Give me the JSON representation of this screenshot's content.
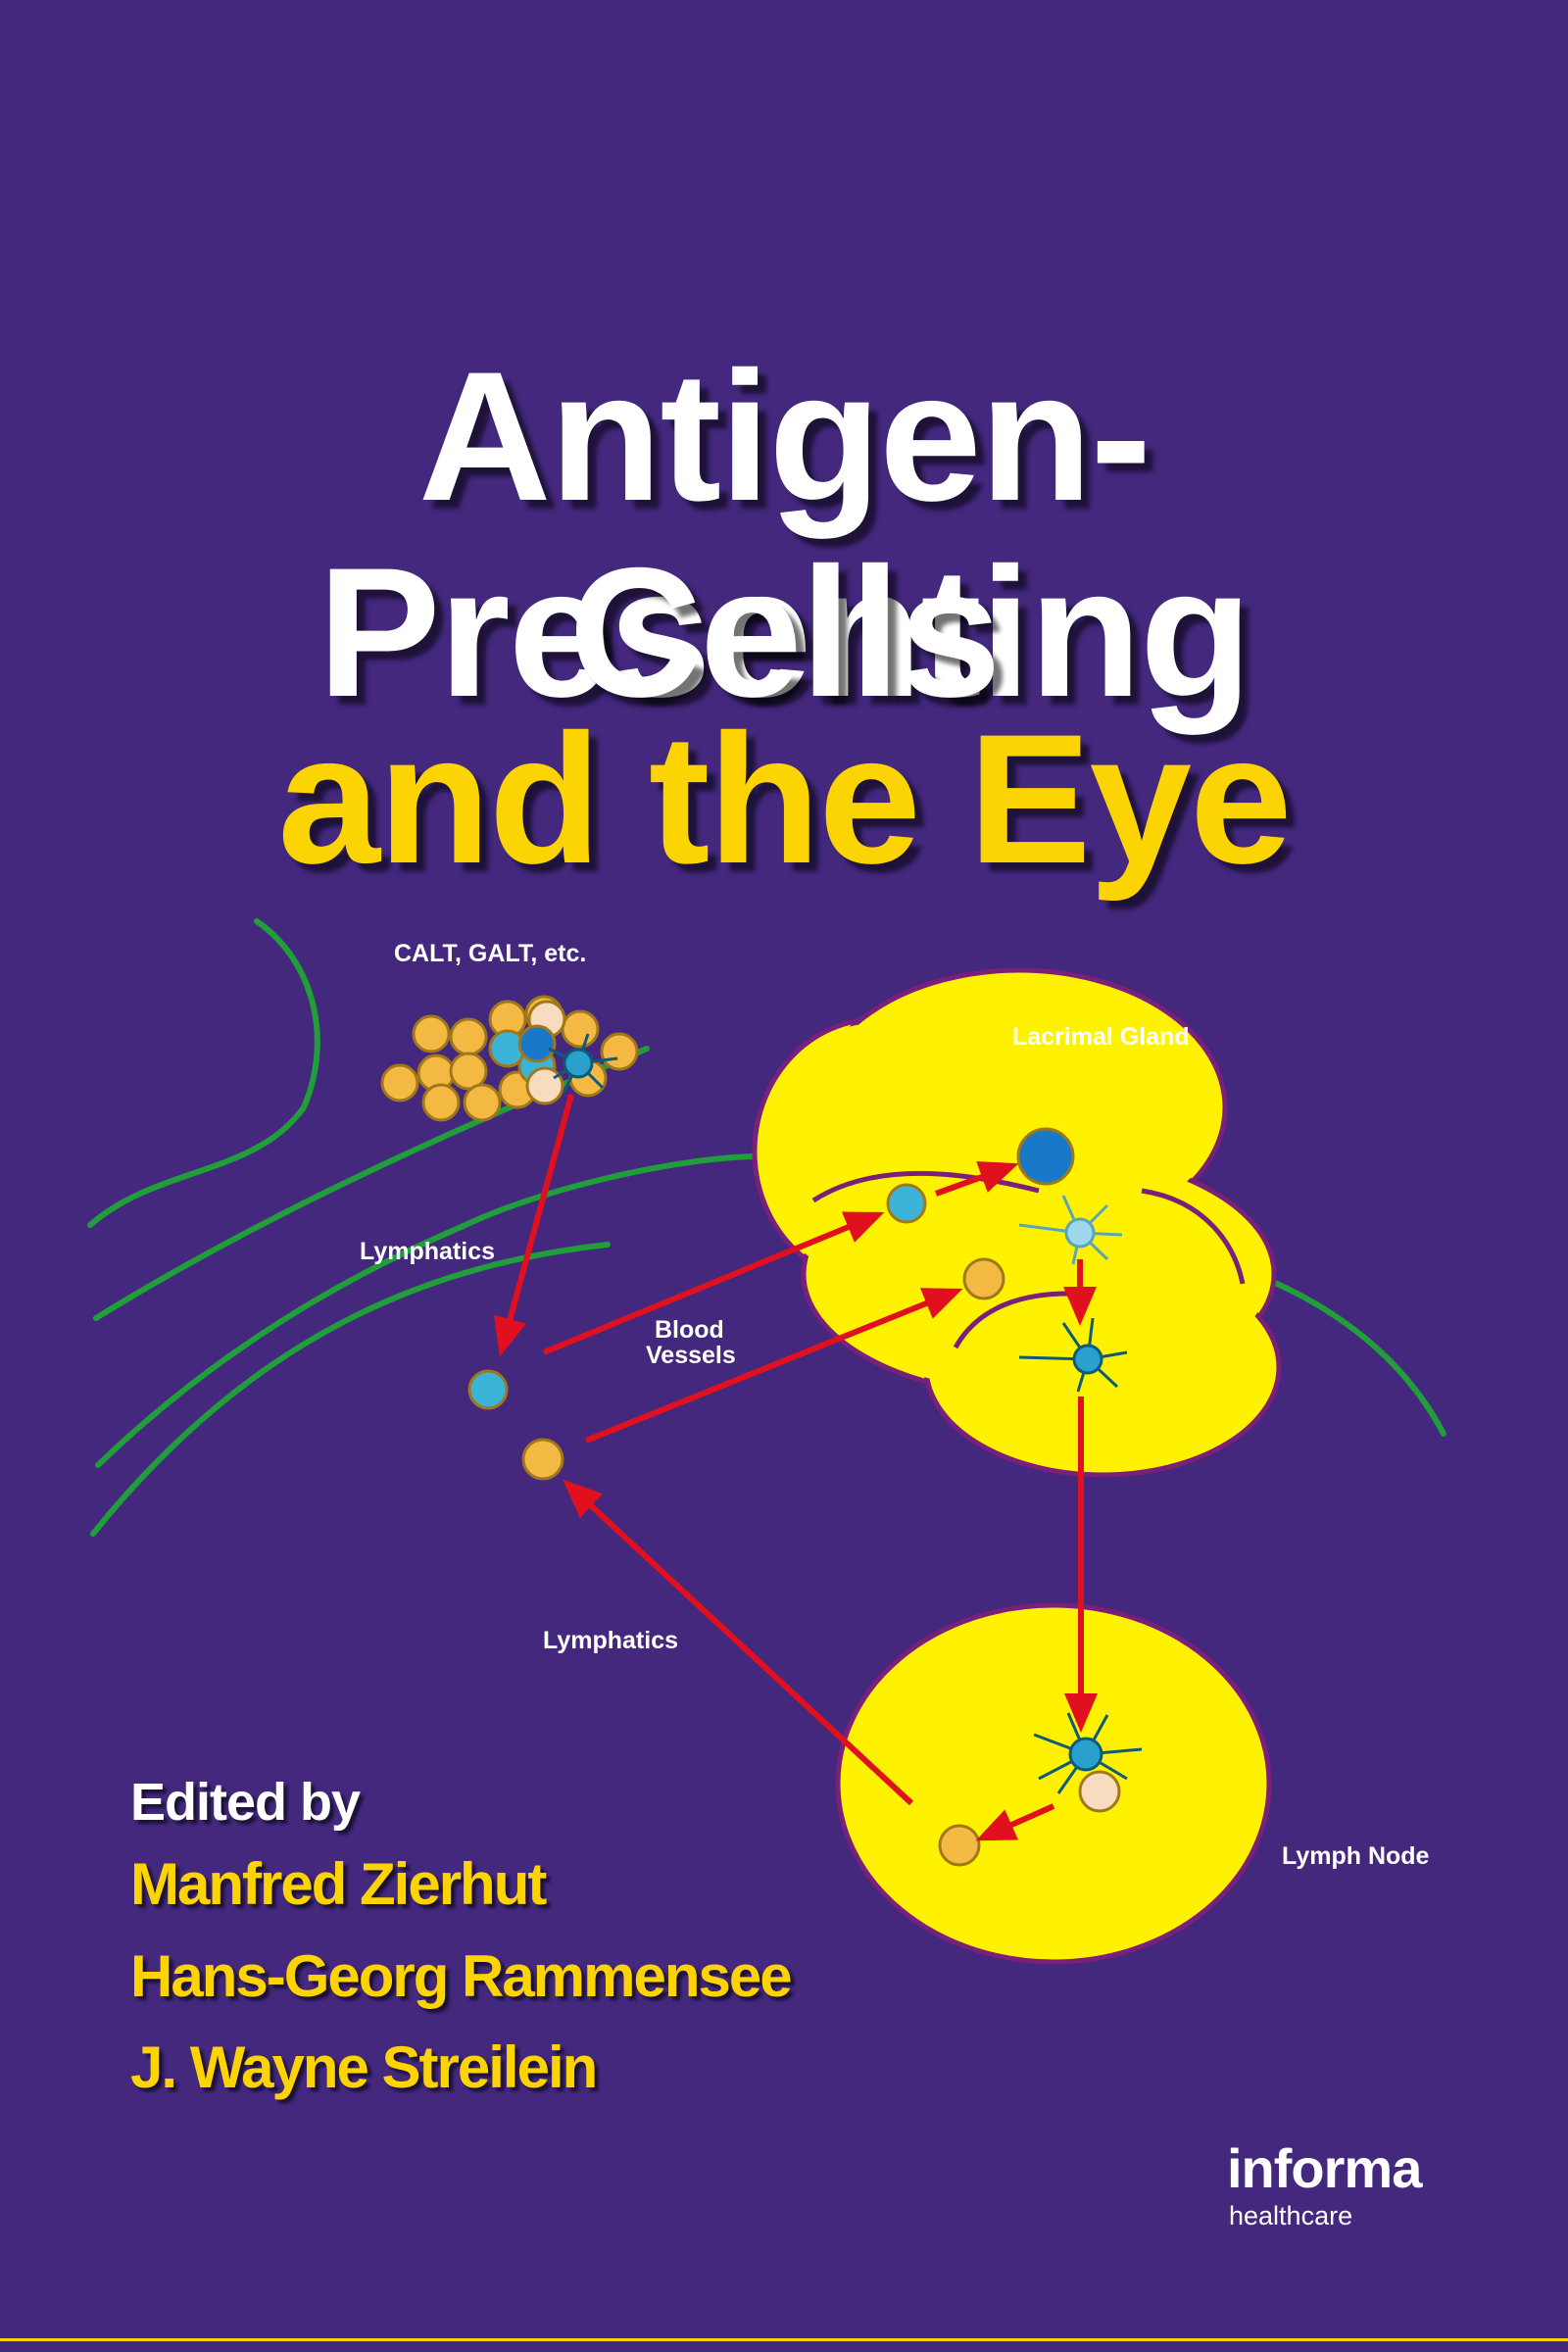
{
  "cover": {
    "title_line1": "Antigen-Presenting",
    "title_line2": "Cells",
    "title_line3": "and the Eye",
    "edited_by": "Edited by",
    "editors": [
      "Manfred Zierhut",
      "Hans-Georg Rammensee",
      "J. Wayne Streilein"
    ],
    "publisher": {
      "name": "informa",
      "sub": "healthcare"
    }
  },
  "figure": {
    "labels": {
      "calt": "CALT, GALT, etc.",
      "lacrimal": "Lacrimal Gland",
      "lymphatics_top": "Lymphatics",
      "blood_line1": "Blood",
      "blood_line2": "Vessels",
      "lymphatics_bottom": "Lymphatics",
      "lymph_node": "Lymph Node"
    }
  },
  "colors": {
    "background": "#43287e",
    "title_white": "#ffffff",
    "title_yellow": "#fcd303",
    "gland_yellow": "#fff200",
    "gland_outline": "#7a1f7a",
    "vessel_green": "#1f9e3a",
    "arrow_red": "#e0101e",
    "cell_orange": "#f4b942",
    "cell_cyan": "#3cb4d8",
    "cell_blue": "#1a78c8",
    "cell_peach": "#f8dcc0"
  }
}
